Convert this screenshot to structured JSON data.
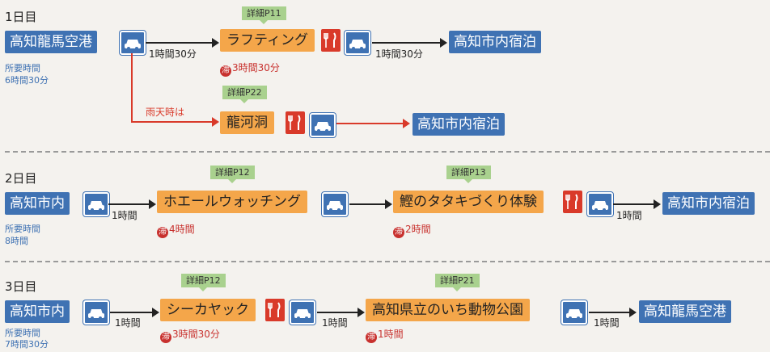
{
  "days": [
    {
      "label": "1日目",
      "start": "高知龍馬空港",
      "req_label": "所要時間",
      "req_value": "6時間30分",
      "detail": "詳細P11",
      "activity": "ラフティング",
      "stay": "3時間30分",
      "leg1": "1時間30分",
      "leg2": "1時間30分",
      "end": "高知市内宿泊",
      "rain_label": "雨天時は",
      "alt_detail": "詳細P22",
      "alt_activity": "龍河洞",
      "alt_end": "高知市内宿泊"
    },
    {
      "label": "2日目",
      "start": "高知市内",
      "req_label": "所要時間",
      "req_value": "8時間",
      "leg1": "1時間",
      "detail1": "詳細P12",
      "activity1": "ホエールウォッチング",
      "stay1": "4時間",
      "detail2": "詳細P13",
      "activity2": "鰹のタタキづくり体験",
      "stay2": "2時間",
      "leg2": "1時間",
      "end": "高知市内宿泊"
    },
    {
      "label": "3日目",
      "start": "高知市内",
      "req_label": "所要時間",
      "req_value": "7時間30分",
      "leg1": "1時間",
      "detail1": "詳細P12",
      "activity1": "シーカヤック",
      "stay1": "3時間30分",
      "leg2": "1時間",
      "detail2": "詳細P21",
      "activity2": "高知県立のいち動物公園",
      "stay2": "1時間",
      "leg3": "1時間",
      "end": "高知龍馬空港"
    }
  ],
  "stay_icon_char": "滞",
  "icons": {
    "car": "car-icon",
    "meal": "fork-knife-icon"
  },
  "colors": {
    "blue": "#3f72b3",
    "orange": "#f4a64a",
    "green": "#a9d18e",
    "red": "#d93a2a"
  }
}
